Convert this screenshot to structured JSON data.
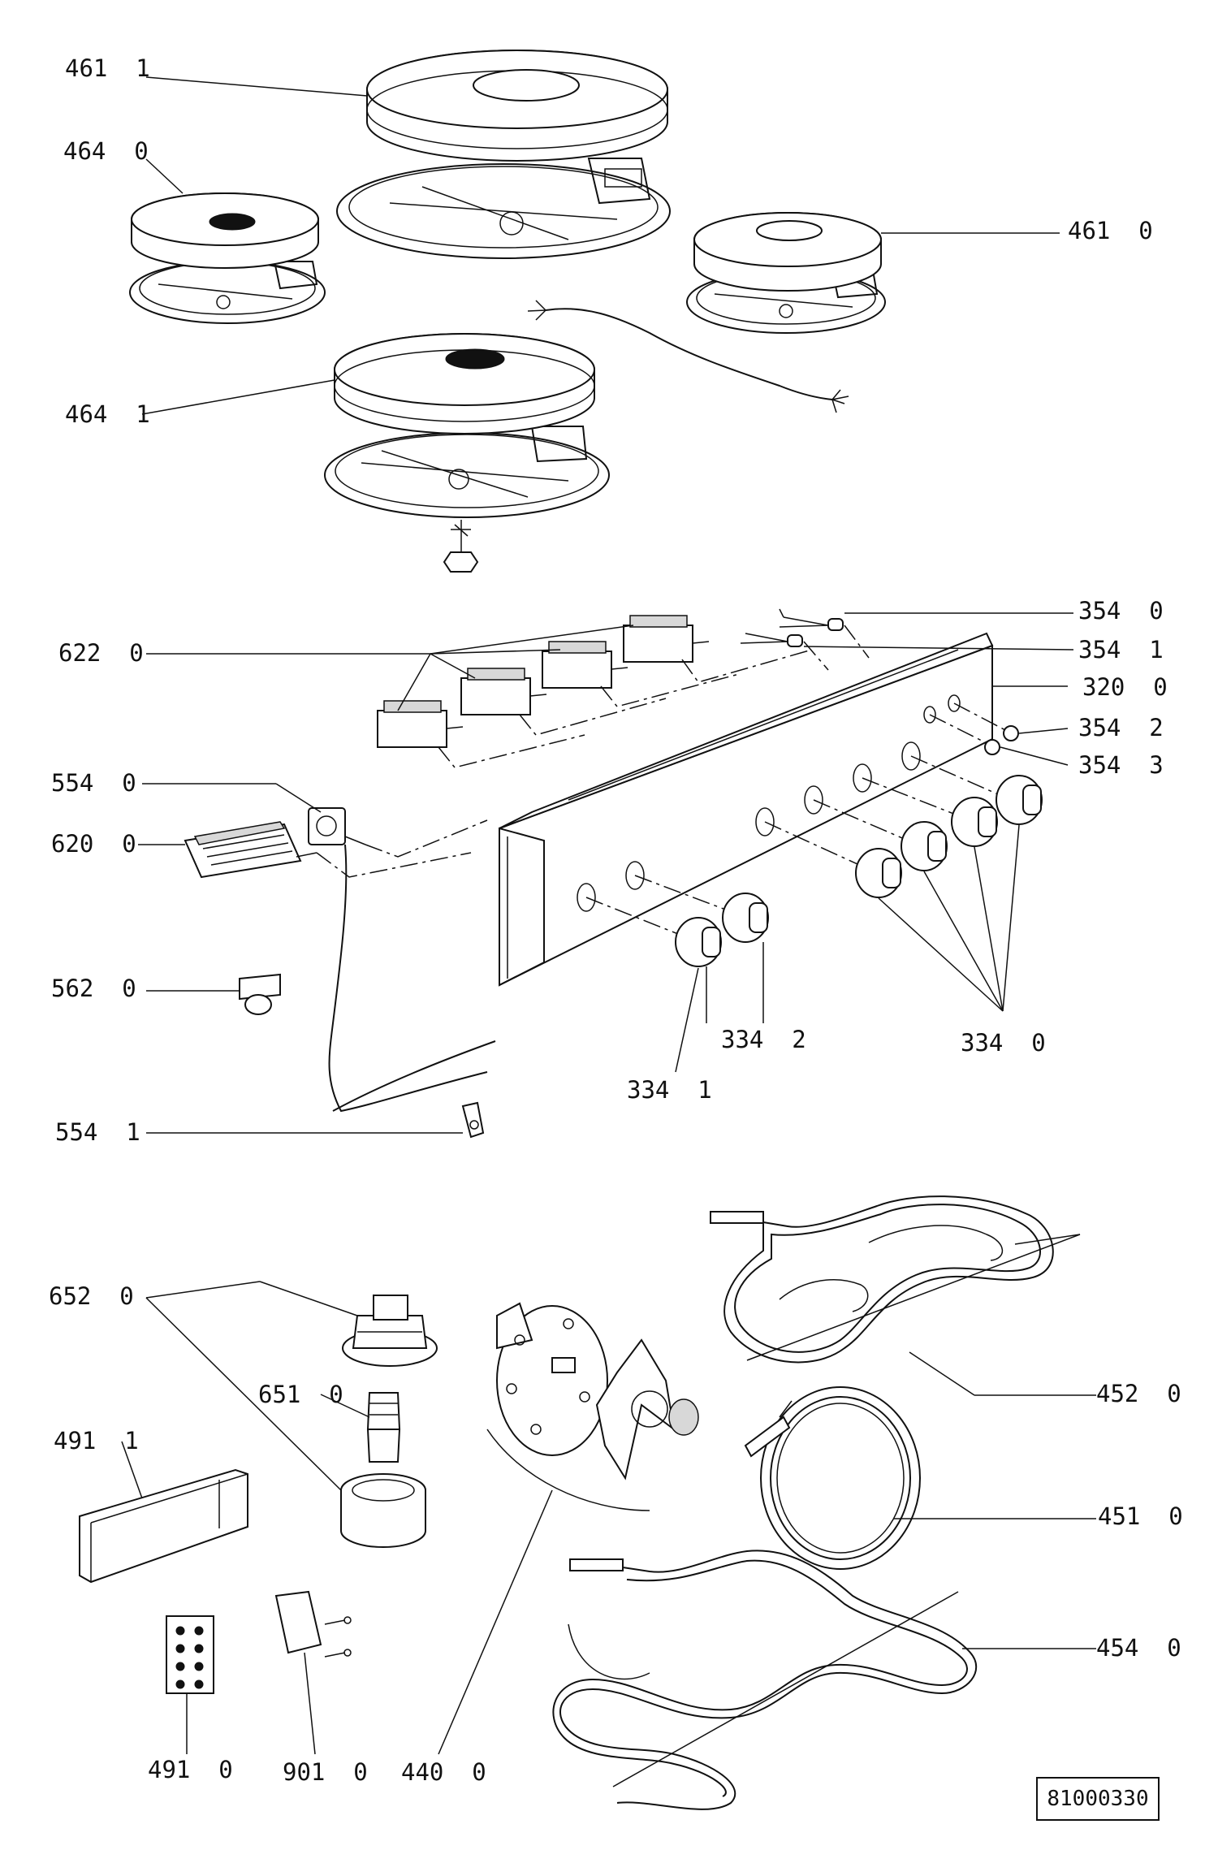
{
  "labels": {
    "p461_1": "461  1",
    "p464_0": "464  0",
    "p461_0": "461  0",
    "p464_1": "464  1",
    "p354_0": "354  0",
    "p354_1": "354  1",
    "p622_0": "622  0",
    "p320_0": "320  0",
    "p354_2": "354  2",
    "p354_3": "354  3",
    "p554_0": "554  0",
    "p620_0": "620  0",
    "p562_0": "562  0",
    "p334_2": "334  2",
    "p334_0": "334  0",
    "p334_1": "334  1",
    "p554_1": "554  1",
    "p652_0": "652  0",
    "p651_0": "651  0",
    "p452_0": "452  0",
    "p491_1": "491  1",
    "p451_0": "451  0",
    "p454_0": "454  0",
    "p491_0": "491  0",
    "p901_0": "901  0",
    "p440_0": "440  0"
  },
  "doc_number": "81000330"
}
